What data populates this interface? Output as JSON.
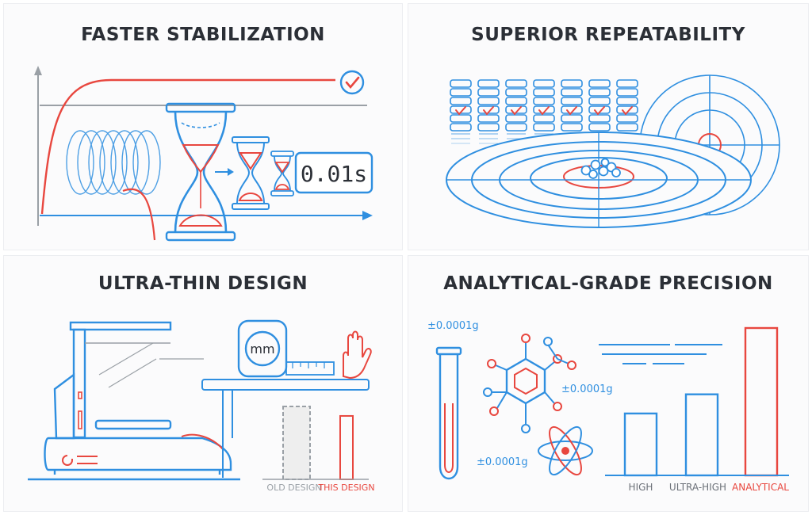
{
  "panels": {
    "stabilization": {
      "title": "FASTER STABILIZATION",
      "readout": "0.01s"
    },
    "repeatability": {
      "title": "SUPERIOR REPEATABILITY"
    },
    "thin_design": {
      "title": "ULTRA-THIN DESIGN",
      "unit_label": "mm",
      "bars": [
        {
          "label": "OLD DESIGN",
          "level": 1.0
        },
        {
          "label": "THIS DESIGN",
          "level": 0.87
        }
      ]
    },
    "precision": {
      "title": "ANALYTICAL-GRADE PRECISION",
      "tolerance_labels": [
        "±0.0001g",
        "±0.0001g",
        "±0.0001g"
      ],
      "bars": [
        {
          "label": "HIGH",
          "level": 0.42
        },
        {
          "label": "ULTRA-HIGH",
          "level": 0.55
        },
        {
          "label": "ANALYTICAL",
          "level": 1.0
        }
      ]
    }
  },
  "colors": {
    "blue": "#2f8fe0",
    "red": "#e8473f",
    "ink": "#2b2f36",
    "grey": "#9aa0a6"
  }
}
